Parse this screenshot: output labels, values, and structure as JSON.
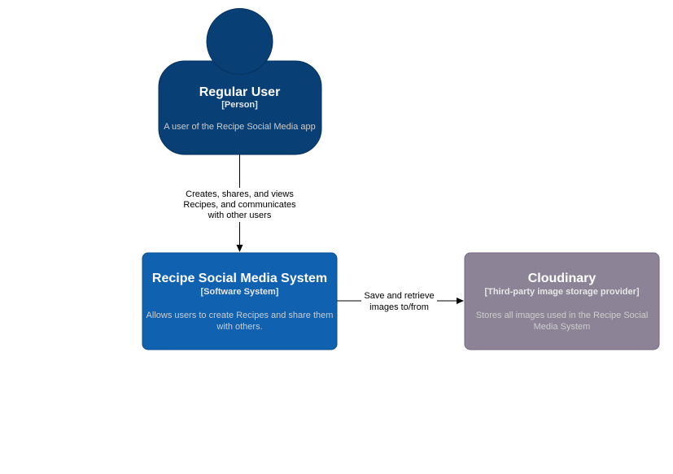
{
  "colors": {
    "person": "#083f75",
    "person_stroke": "#06315c",
    "system": "#1061b0",
    "system_stroke": "#0d5091",
    "external": "#8c8496",
    "external_stroke": "#736782",
    "type_text": "#e6e6e6",
    "desc_text": "#cccccc",
    "edge": "#000000"
  },
  "nodes": {
    "user": {
      "title": "Regular User",
      "type": "[Person]",
      "description": "A user of the Recipe Social Media app"
    },
    "system": {
      "title": "Recipe Social Media System",
      "type": "[Software System]",
      "description_lines": [
        "Allows users to create Recipes and share them",
        "with others."
      ]
    },
    "cloudinary": {
      "title": "Cloudinary",
      "type": "[Third-party image storage provider]",
      "description_lines": [
        "Stores all images used in the Recipe Social",
        "Media System"
      ]
    }
  },
  "edges": {
    "user_to_system": {
      "label_lines": [
        "Creates, shares, and views",
        "Recipes, and communicates",
        "with other users"
      ]
    },
    "system_to_cloudinary": {
      "label_lines": [
        "Save and retrieve",
        "images to/from"
      ]
    }
  }
}
